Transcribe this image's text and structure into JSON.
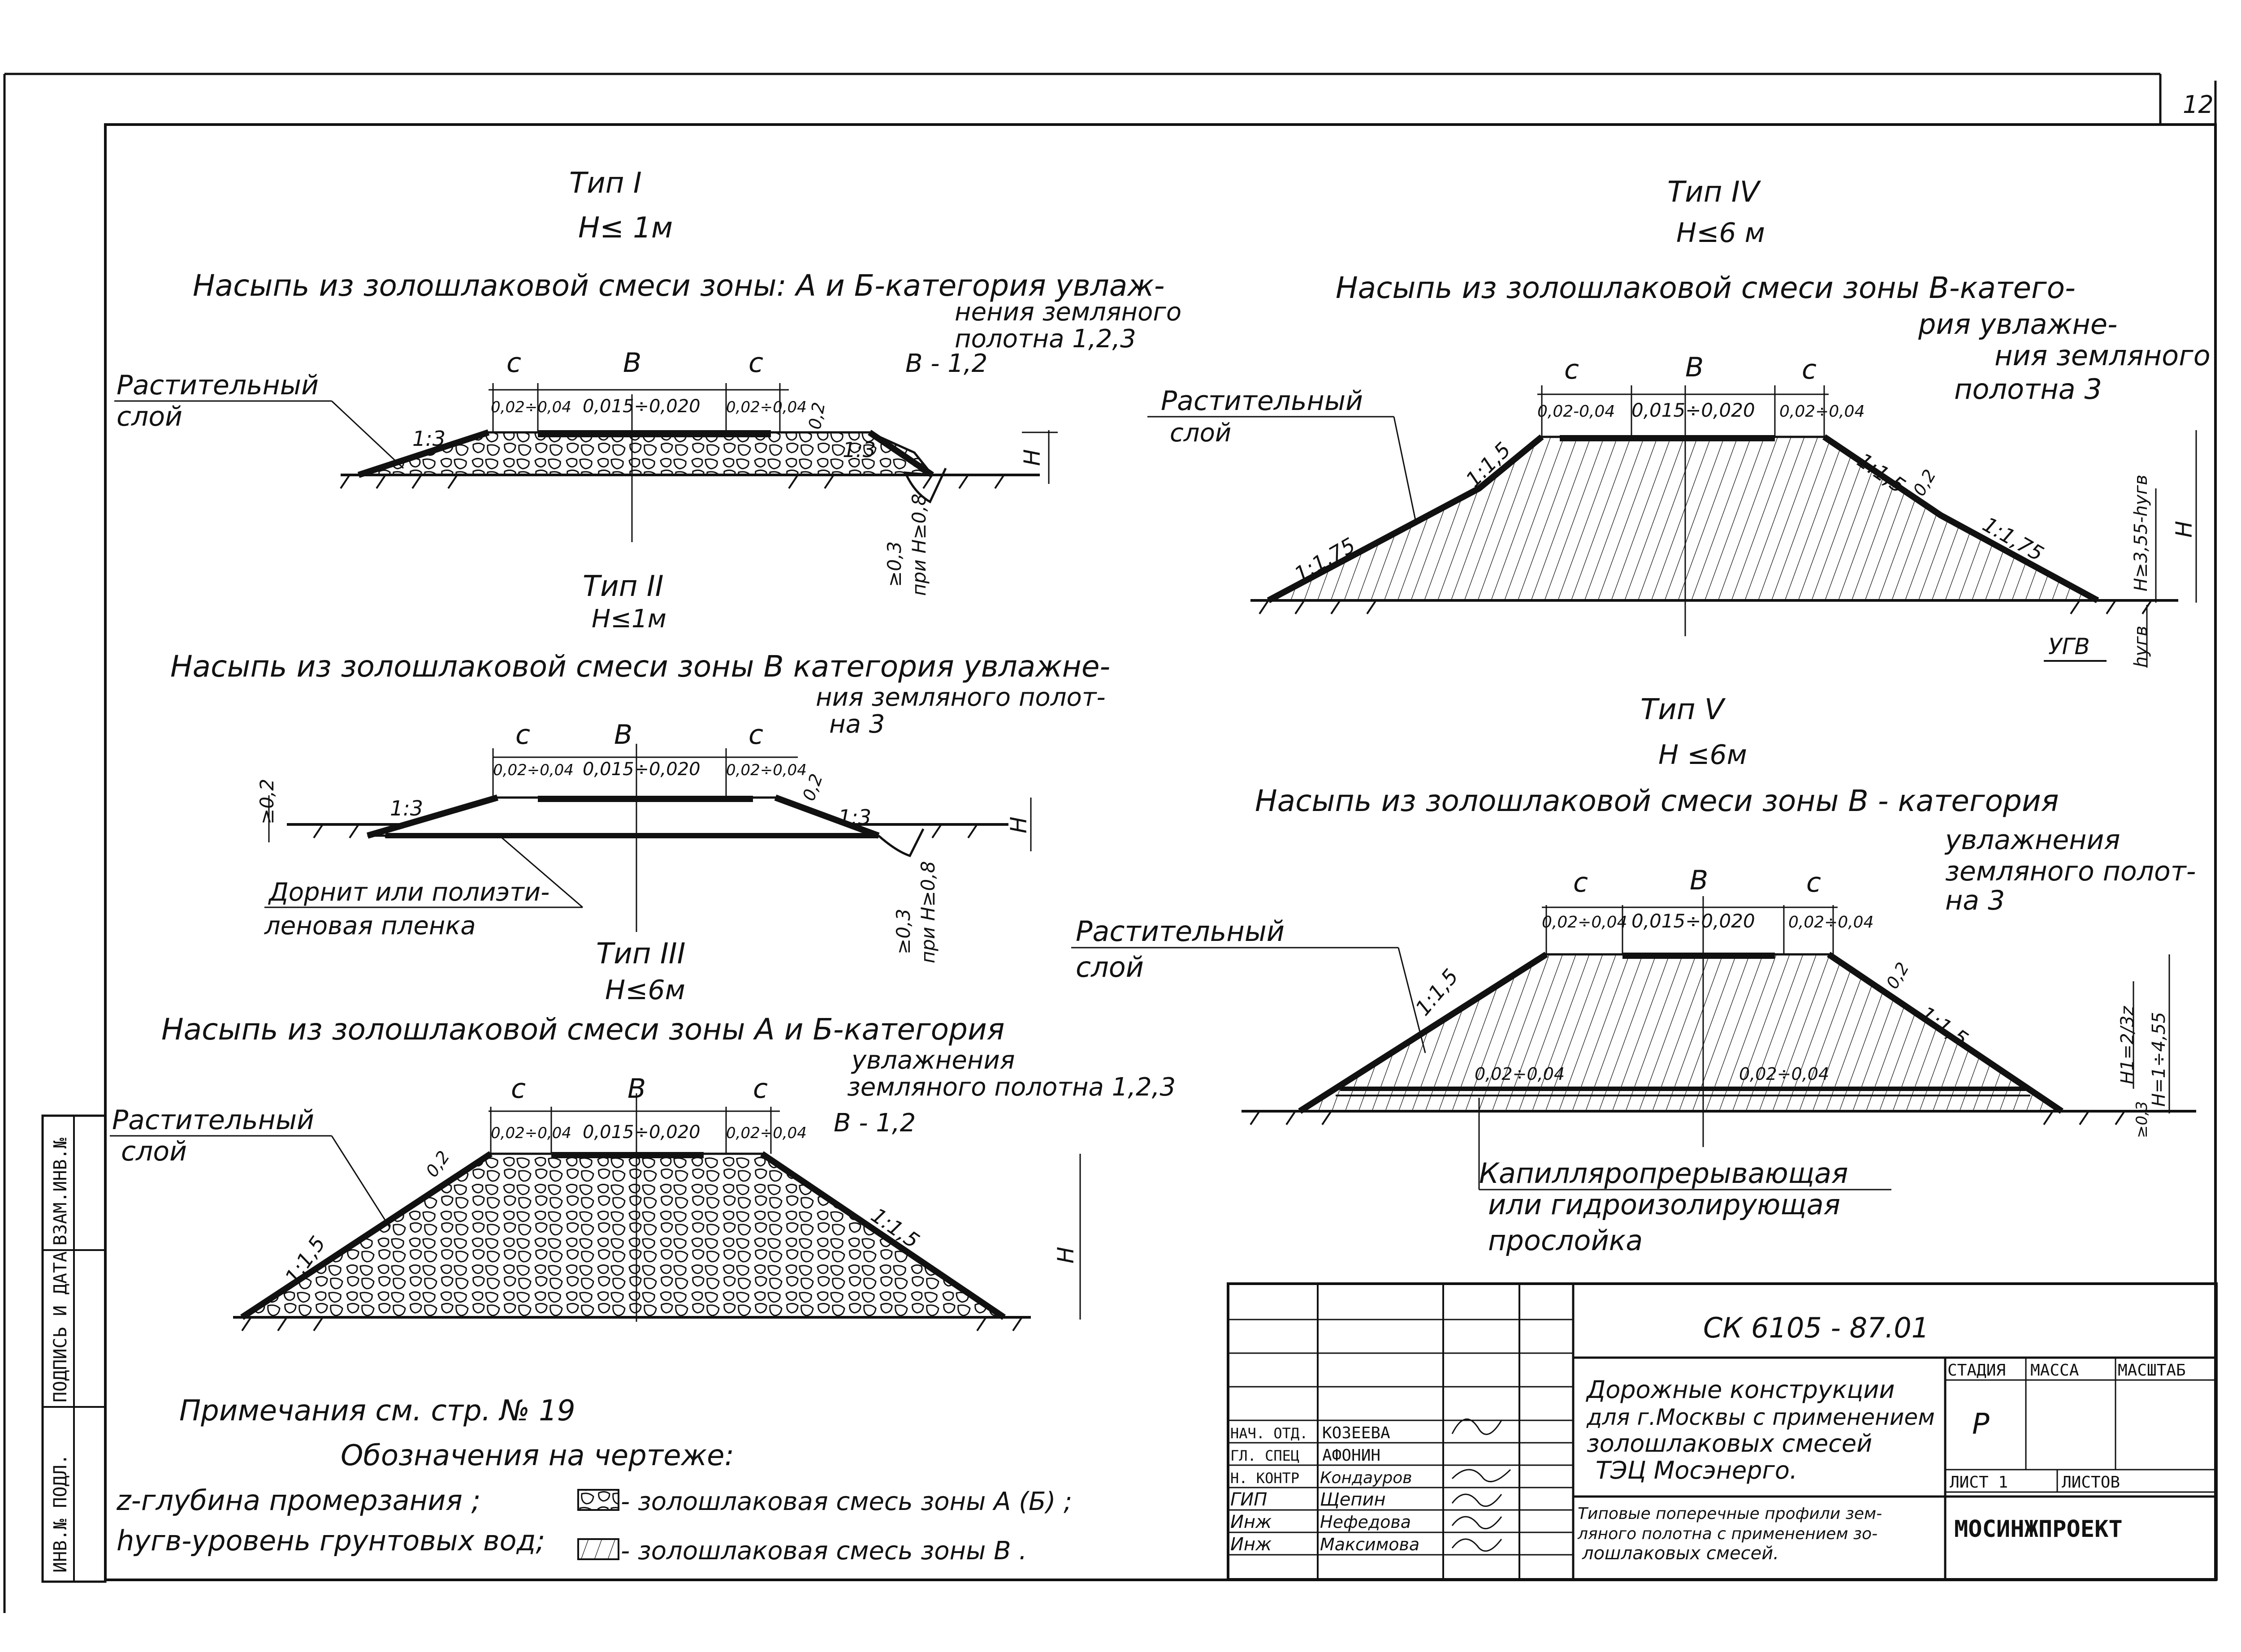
{
  "sheet": {
    "page_number": "12",
    "notes": {
      "line1": "Примечания   см.   стр. № 19",
      "line2": "Обозначения   на   чертеже:",
      "legend_z": "z-глубина промерзания ;",
      "legend_h": "hугв-уровень грунтовых вод;",
      "legend_a": "- золошлаковая смесь   зоны  А (Б) ;",
      "legend_b": "- золошлаковая смесь   зоны   В ."
    },
    "side_stamp": {
      "col1": "ИНВ.№ ПОДЛ.",
      "col2": "ПОДПИСЬ И ДАТА",
      "col3": "ВЗАМ.ИНВ.№"
    }
  },
  "type1": {
    "title": "Тип I",
    "height": "H≤ 1м",
    "desc1": "Насыпь   из золошлаковой   смеси зоны: А и Б-категория увлаж-",
    "desc2": "нения земляного",
    "desc3": "полотна  1,2,3",
    "desc4": "В -   1,2",
    "layer1": "Растительный",
    "layer2": "слой",
    "dim_c": "c",
    "dim_b": "B",
    "s1": "0,02÷0,04",
    "s2": "0,015÷0,020",
    "s3": "0,02÷0,04",
    "slope": "1:3",
    "h": "H",
    "depth1": "≥0,3",
    "depth2": "при H≥0,8",
    "t02": "0,2"
  },
  "type2": {
    "title": "Тип II",
    "height": "H≤1м",
    "desc1": "Насыпь  из золошлаковой  смеси  зоны  В категория увлажне-",
    "desc2": "ния  земляного полот-",
    "desc3": "на  3",
    "dim_c": "c",
    "dim_b": "B",
    "s1": "0,02÷0,04",
    "s2": "0,015÷0,020",
    "s3": "0,02÷0,04",
    "slope": "1:3",
    "h": "H",
    "left02": "≥0,2",
    "t02": "0,2",
    "film1": "Дорнит или полиэти-",
    "film2": "леновая   пленка",
    "depth1": "≥0,3",
    "depth2": "при H≥0,8"
  },
  "type3": {
    "title": "Тип III",
    "height": "H≤6м",
    "desc1": "Насыпь   из золошлаковой   смеси  зоны А и Б-категория",
    "desc2": "увлажнения",
    "desc3": "земляного полотна 1,2,3",
    "desc4": "В - 1,2",
    "layer1": "Растительный",
    "layer2": "слой",
    "dim_c": "c",
    "dim_b": "B",
    "s1": "0,02÷0,04",
    "s2": "0,015÷0,020",
    "s3": "0,02÷0,04",
    "slope": "1:1,5",
    "h": "H",
    "t02": "0,2"
  },
  "type4": {
    "title": "Тип IV",
    "height": "H≤6 м",
    "desc1": "Насыпь из золошлаковой  смеси  зоны  В-катего-",
    "desc2": "рия увлажне-",
    "desc3": "ния  земляного",
    "desc4": "полотна 3",
    "layer1": "Растительный",
    "layer2": "слой",
    "dim_c": "c",
    "dim_b": "B",
    "s1": "0,02-0,04",
    "s2": "0,015÷0,020",
    "s3": "0,02÷0,04",
    "slope1": "1:1,5",
    "slope2": "1:1,75",
    "t02": "0,2",
    "h": "H",
    "h2": "H≥3,55-hугв",
    "ugv": "УГВ",
    "hugv": "hугв"
  },
  "type5": {
    "title": "Тип V",
    "height": "H ≤6м",
    "desc1": "Насыпь  из   золошлаковой  смеси  зоны  В - категория",
    "desc2": "увлажнения",
    "desc3": "земляного полот-",
    "desc4": "на 3",
    "layer1": "Растительный",
    "layer2": "слой",
    "dim_c": "c",
    "dim_b": "B",
    "s1": "0,02÷0,04",
    "s2": "0,015÷0,020",
    "s3": "0,02÷0,04",
    "slope": "1:1,5",
    "t02": "0,2",
    "inner1": "0,02÷0,04",
    "inner2": "0,02÷0,04",
    "cap1": "Капилляропрерывающая",
    "cap2": "или гидроизолирующая",
    "cap3": "прослойка",
    "h1": "H1=2/3z",
    "h2": "H=1÷4,55",
    "h0": "≥0,3"
  },
  "titleblock": {
    "code": "СК 6105 - 87.01",
    "desc1": "Дорожные конструкции",
    "desc2": "для г.Москвы с применением",
    "desc3": "золошлаковых смесей",
    "desc4": "ТЭЦ  Мосэнерго.",
    "sub1": "Типовые поперечные профили зем-",
    "sub2": "ляного полотна с применением зо-",
    "sub3": "лошлаковых   смесей.",
    "h_stage": "СТАДИЯ",
    "h_mass": "МАССА",
    "h_scale": "МАСШТАБ",
    "stage": "Р",
    "sheet": "ЛИСТ 1",
    "sheets": "ЛИСТОВ",
    "org": "МОСИНЖПРОЕКТ",
    "roles": [
      "НАЧ. ОТД.",
      "ГЛ. СПЕЦ",
      "Н. КОНТР",
      "ГИП",
      "Инж",
      "Инж"
    ],
    "names": [
      "КОЗЕЕВА",
      "АФОНИН",
      "Кондауров",
      "Щепин",
      "Нефедова",
      "Максимова"
    ]
  }
}
